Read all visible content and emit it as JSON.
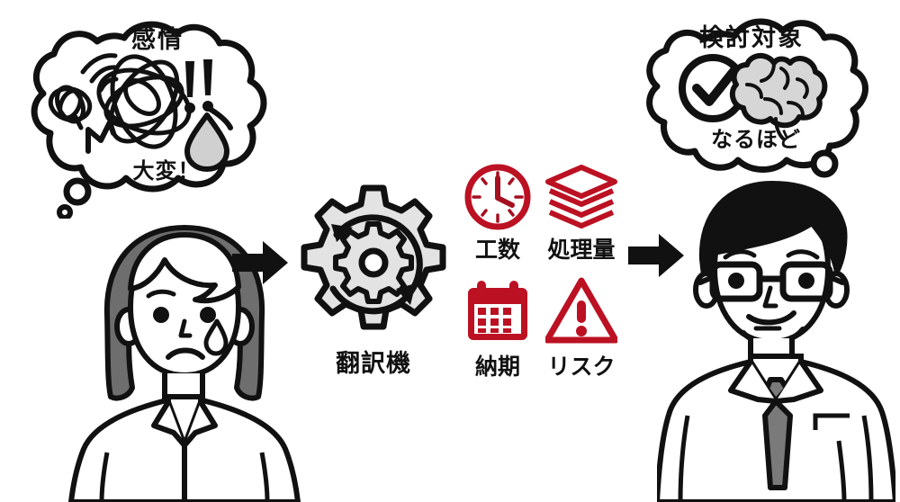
{
  "scene": {
    "title": "Translation machine workflow illustration",
    "background_color": "#ffffff"
  },
  "colors": {
    "ink": "#111111",
    "red": "#bb1122",
    "red_dark": "#a50f20",
    "gray_hair": "#6e6e6e",
    "gray_fill": "#d0d0d0",
    "gear_fill": "#e3e3e3",
    "tie_gray": "#7a7a7a"
  },
  "left_bubble": {
    "title": "感情",
    "sub": "大変！",
    "icons": [
      "scribble-tangle",
      "scribble-swirl",
      "lightning-squiggle",
      "exclamation-double",
      "sweat-drop"
    ]
  },
  "right_bubble": {
    "title": "検討対象",
    "sub": "なるほど",
    "icons": [
      "check-circle-icon",
      "brain-icon"
    ]
  },
  "people": {
    "left": {
      "name": "worried-woman",
      "expression": "sad",
      "hair_color": "#6e6e6e",
      "features": [
        "tear-drop",
        "frown",
        "long-hair",
        "business-jacket"
      ]
    },
    "right": {
      "name": "smiling-man",
      "expression": "smiling",
      "hair_color": "#111111",
      "features": [
        "glasses",
        "necktie",
        "business-suit",
        "smile"
      ]
    }
  },
  "arrows": [
    {
      "name": "arrow-woman-to-gear",
      "direction": "right"
    },
    {
      "name": "arrow-icons-to-man",
      "direction": "right"
    }
  ],
  "machine": {
    "label": "翻訳機",
    "icon": "gear-cycle-icon"
  },
  "metrics": [
    {
      "id": "kousuu",
      "label": "工数",
      "icon": "clock-icon",
      "color": "#bb1122"
    },
    {
      "id": "shoriryo",
      "label": "処理量",
      "icon": "stack-icon",
      "color": "#bb1122"
    },
    {
      "id": "nouki",
      "label": "納期",
      "icon": "calendar-icon",
      "color": "#bb1122"
    },
    {
      "id": "risk",
      "label": "リスク",
      "icon": "warning-icon",
      "color": "#bb1122"
    }
  ]
}
